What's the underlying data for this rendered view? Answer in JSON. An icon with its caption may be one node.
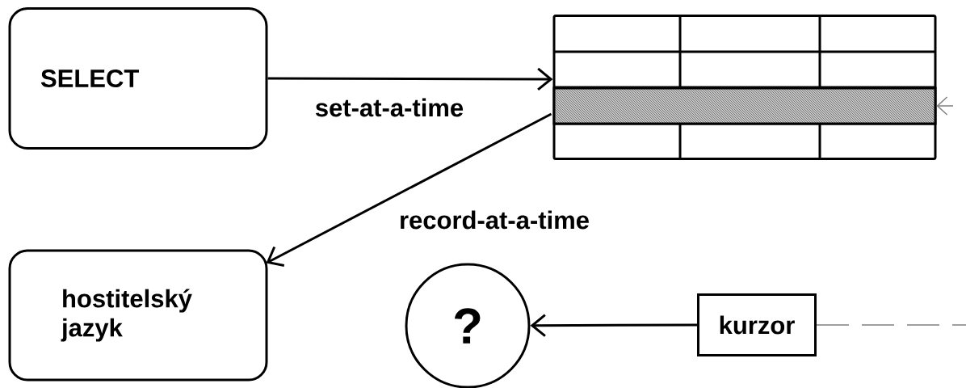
{
  "diagram": {
    "nodes": [
      {
        "text": [
          "SELECT"
        ]
      },
      {
        "text": [],
        "shape": "box"
      },
      {
        "text": [],
        "shape": "bar",
        "in": 1
      },
      {
        "text": [
          "hostitelský jazyk"
        ]
      },
      {
        "text": [
          "?"
        ]
      },
      {
        "text": [
          "kurzor"
        ]
      }
    ],
    "edges": [
      {
        "from": 0,
        "to": 1,
        "arrow": "to",
        "label": "set-at-a-time"
      },
      {
        "from": 2,
        "to": 3,
        "arrow": "to",
        "label": "record-at-a-time"
      },
      {
        "from": 5,
        "to": 4,
        "arrow": "to"
      },
      {
        "from": 5,
        "to": 2,
        "arrow": "to",
        "style": "dashed",
        "color": "#808080"
      }
    ]
  }
}
